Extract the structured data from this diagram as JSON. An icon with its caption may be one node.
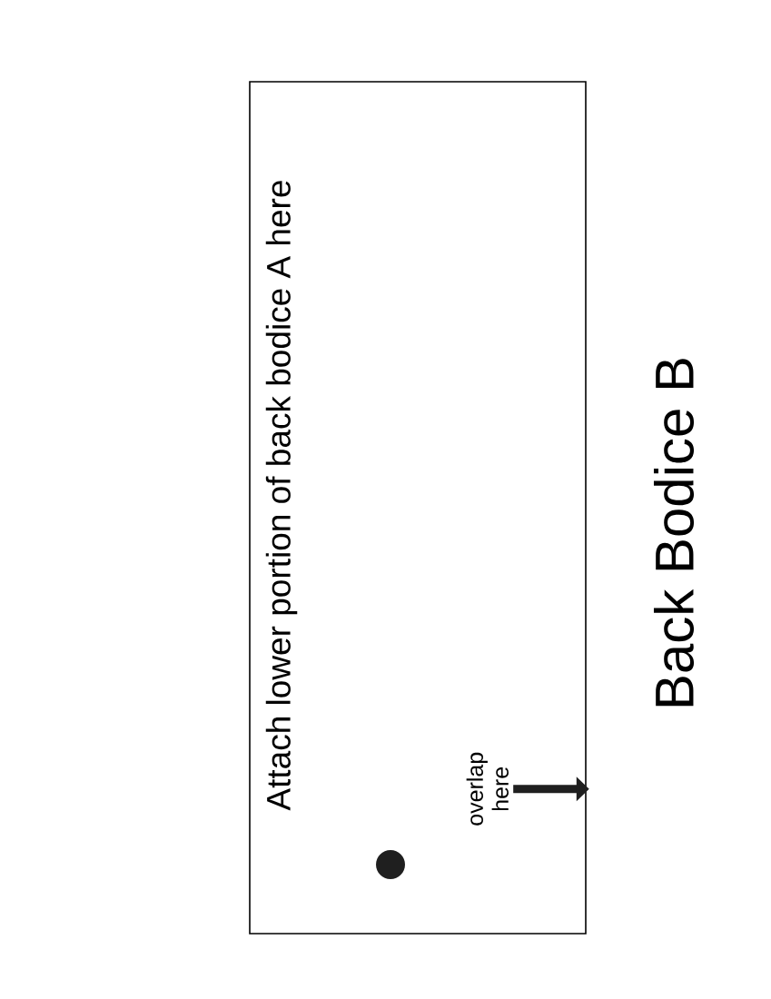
{
  "diagram": {
    "nodes": [
      {
        "text": [
          "Attach lower portion of back bodice A here"
        ],
        "beside": [
          "Back Bodice B"
        ]
      },
      {
        "text": [
          "overlap here"
        ],
        "in": 0
      }
    ],
    "edges": [
      {
        "from": 1,
        "to": 0,
        "arrow": "to"
      }
    ]
  }
}
